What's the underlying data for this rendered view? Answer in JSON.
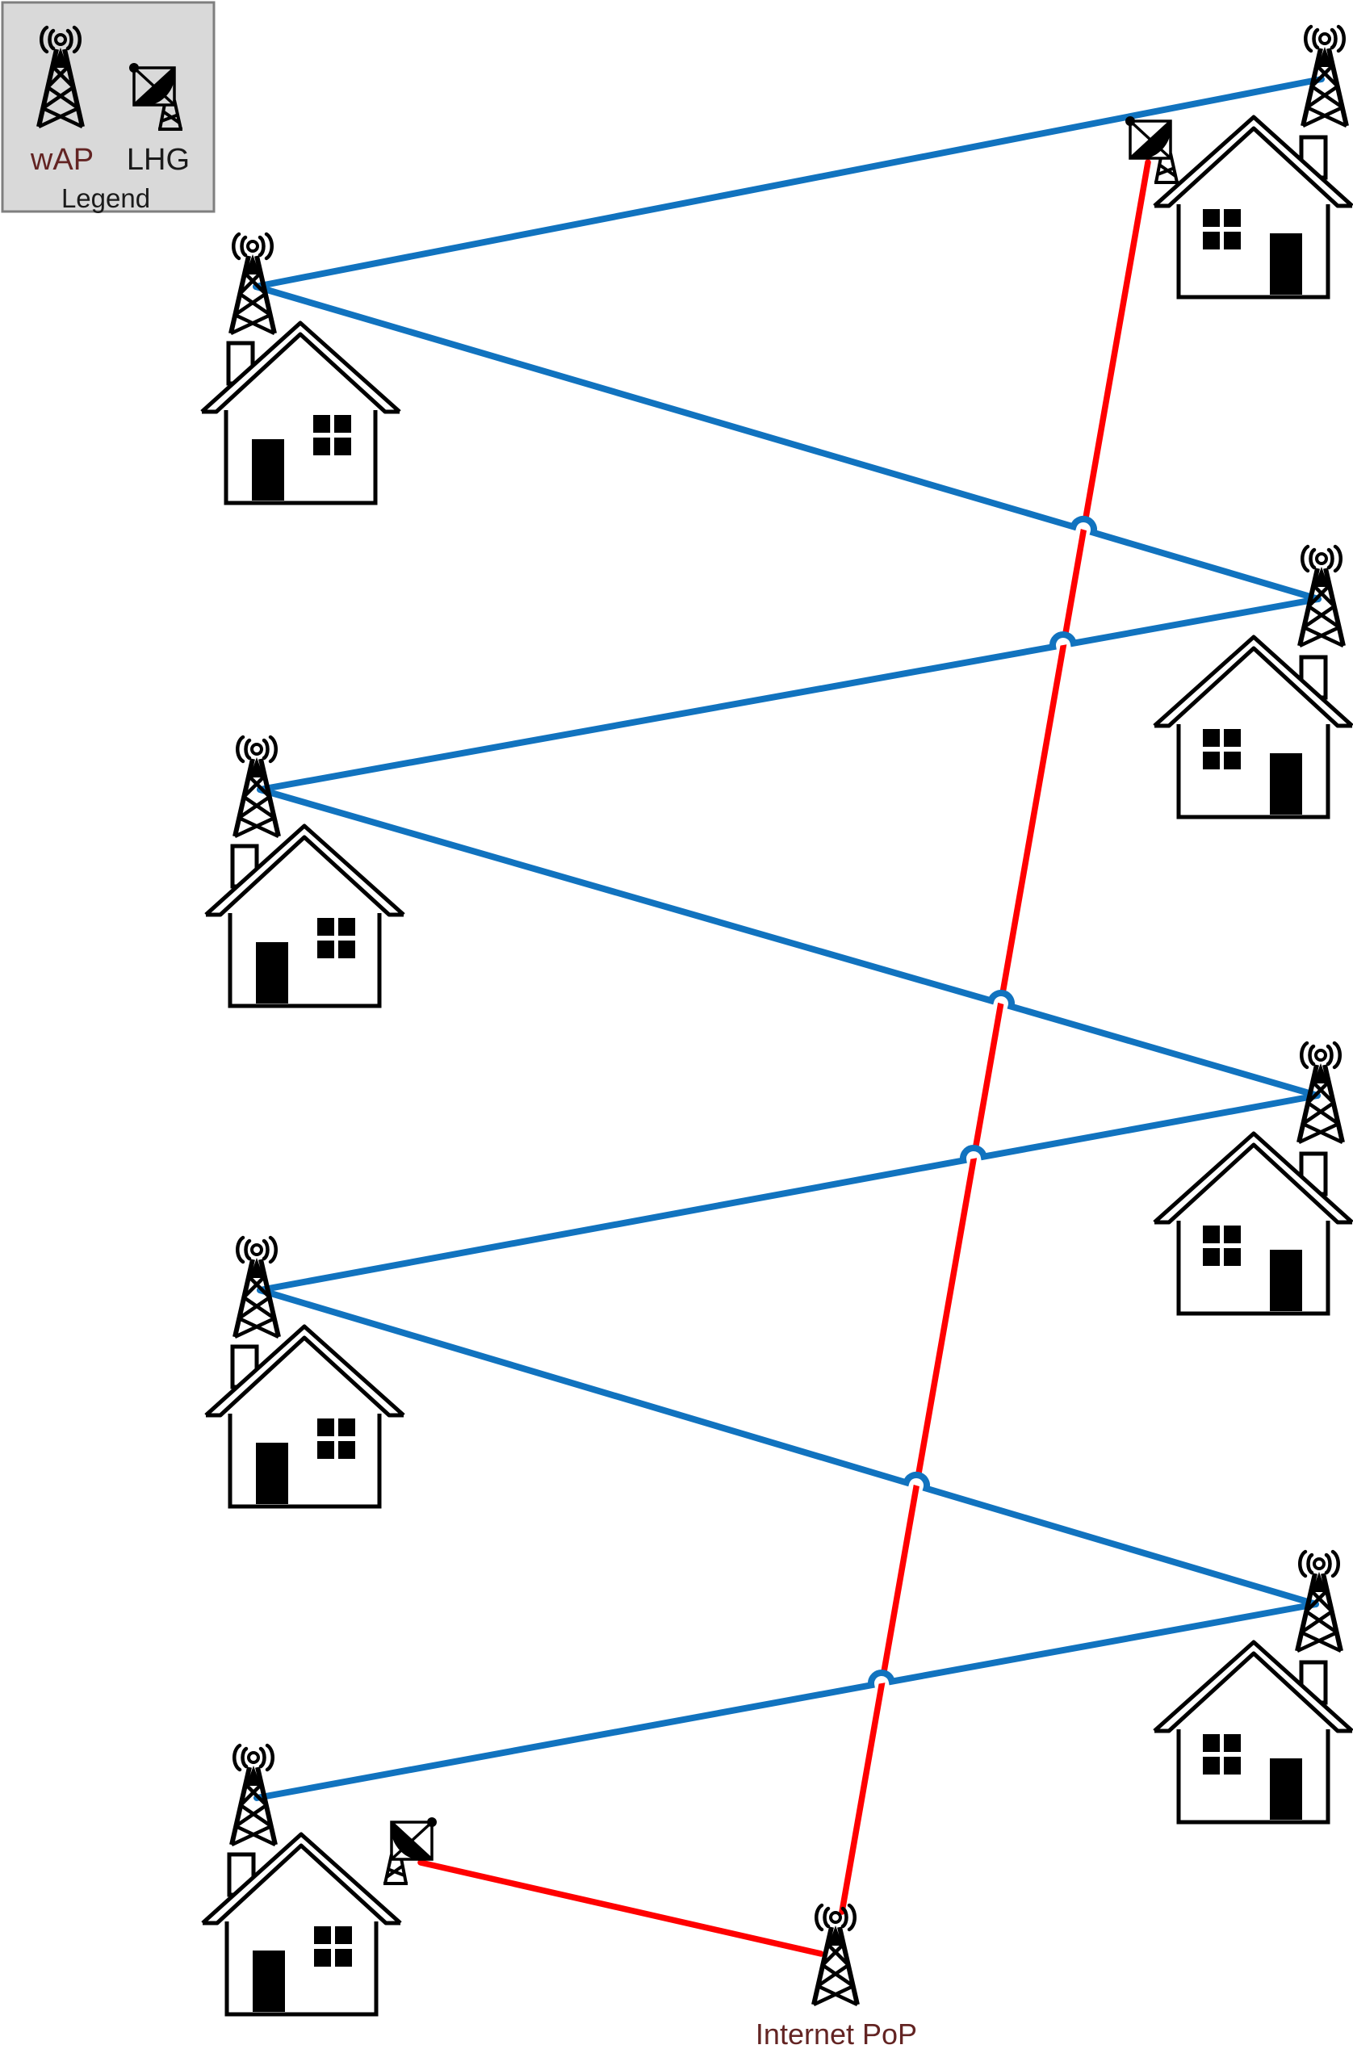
{
  "legend": {
    "heading": "Legend",
    "background": "#D9D9D9",
    "border_color": "#7F7F7F",
    "heading_color": "#1A1A1A",
    "items": [
      {
        "label": "wAP",
        "icon": "radio-tower-icon",
        "label_color": "#632423"
      },
      {
        "label": "LHG",
        "icon": "satellite-dish-icon",
        "label_color": "#1A1A1A"
      }
    ]
  },
  "pop": {
    "label": "Internet PoP",
    "label_color": "#632423",
    "icon": "radio-tower-icon"
  },
  "colors": {
    "wireless_link": "#1173BF",
    "feed_link": "#FF0000",
    "icon": "#000000",
    "background": "#FFFFFF"
  },
  "network": {
    "house_sites": [
      {
        "id": "right-1",
        "side": "right",
        "devices": [
          "wAP",
          "LHG"
        ]
      },
      {
        "id": "left-1",
        "side": "left",
        "devices": [
          "wAP"
        ]
      },
      {
        "id": "right-2",
        "side": "right",
        "devices": [
          "wAP"
        ]
      },
      {
        "id": "left-2",
        "side": "left",
        "devices": [
          "wAP"
        ]
      },
      {
        "id": "right-3",
        "side": "right",
        "devices": [
          "wAP"
        ]
      },
      {
        "id": "left-3",
        "side": "left",
        "devices": [
          "wAP"
        ]
      },
      {
        "id": "right-4",
        "side": "right",
        "devices": [
          "wAP"
        ]
      },
      {
        "id": "left-4",
        "side": "left",
        "devices": [
          "wAP",
          "LHG"
        ]
      }
    ],
    "wireless_links": [
      {
        "from": "right-1",
        "to": "left-1"
      },
      {
        "from": "left-1",
        "to": "right-2"
      },
      {
        "from": "right-2",
        "to": "left-2"
      },
      {
        "from": "left-2",
        "to": "right-3"
      },
      {
        "from": "right-3",
        "to": "left-3"
      },
      {
        "from": "left-3",
        "to": "right-4"
      },
      {
        "from": "right-4",
        "to": "left-4"
      }
    ],
    "feed_links": [
      {
        "from": "right-1 LHG",
        "to": "Internet PoP"
      },
      {
        "from": "left-4 LHG",
        "to": "Internet PoP"
      }
    ]
  }
}
